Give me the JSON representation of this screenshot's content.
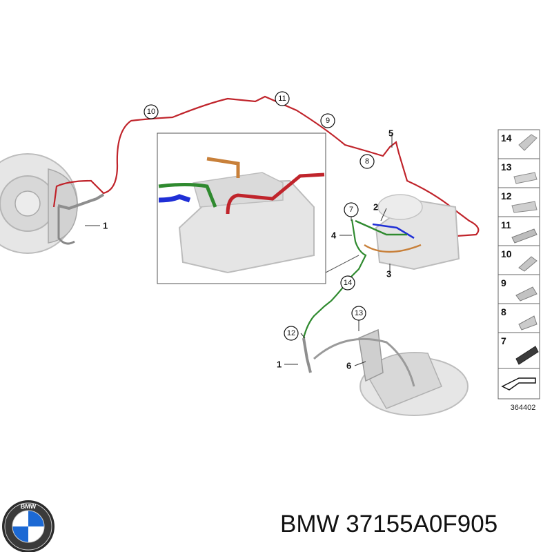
{
  "diagram": {
    "callouts_circled": [
      "10",
      "11",
      "9",
      "8",
      "7",
      "14",
      "12",
      "13"
    ],
    "labels_plain": [
      "5",
      "2",
      "4",
      "3",
      "1",
      "1",
      "6"
    ],
    "sidebar_parts": [
      "14",
      "13",
      "12",
      "11",
      "10",
      "9",
      "8",
      "7"
    ],
    "reference_number": "364402"
  },
  "caption": {
    "brand_mark": "BMW",
    "text": "BMW 37155A0F905"
  },
  "colors": {
    "red_line": "#c0242b",
    "green_line": "#2f8a2f",
    "blue_line": "#1f2fd6",
    "orange_line": "#c8803a",
    "part_grey": "#cfcfcf",
    "bmw_blue": "#1c69d4"
  }
}
